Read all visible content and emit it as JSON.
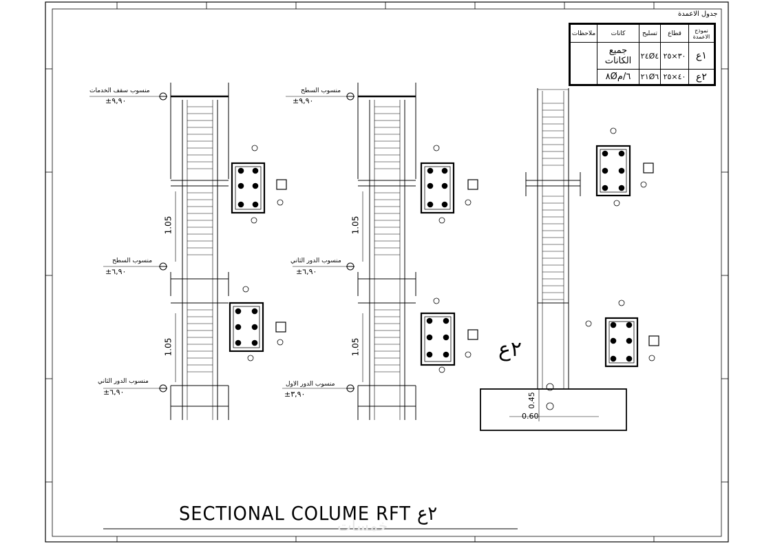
{
  "sheet": {
    "title": "SECTIONAL COLUME RFT ٢ع",
    "watermark": "خمسات",
    "colors": {
      "line": "#000000",
      "paper": "#ffffff",
      "watermark": "#e6e6e6"
    }
  },
  "schedule": {
    "caption": "جدول الاعمدة",
    "headers": [
      "نموذج الاعمدة",
      "قطاع",
      "تسليح",
      "كانات",
      "ملاحظات"
    ],
    "rows": [
      {
        "type": "١ع",
        "section": "٣٠×٢٥",
        "rft": "٢٤Ø٤",
        "stirrups": "جميع الكانات"
      },
      {
        "type": "٢ع",
        "section": "٤٠×٢٥",
        "rft": "٢١Ø٦",
        "stirrups": "٨Ø٦/م"
      }
    ]
  },
  "columns": [
    {
      "levels": [
        {
          "label": "منسوب سقف الخدمات",
          "value": "±٩,٩٠"
        },
        {
          "label": "منسوب السطح",
          "value": "±٦,٩٠"
        },
        {
          "label": "منسوب الدور الثاني",
          "value": "±٦,٩٠"
        }
      ],
      "dims": [
        "1.05",
        "1.05"
      ]
    },
    {
      "levels": [
        {
          "label": "منسوب السطح",
          "value": "±٩,٩٠"
        },
        {
          "label": "منسوب الدور الثاني",
          "value": "±٦,٩٠"
        },
        {
          "label": "منسوب الدور الاول",
          "value": "±٣,٩٠"
        }
      ],
      "dims": [
        "1.05",
        "1.05"
      ]
    }
  ],
  "third_column": {
    "tag": "٢ع",
    "footing_dims": [
      "0.45",
      "0.60"
    ]
  }
}
